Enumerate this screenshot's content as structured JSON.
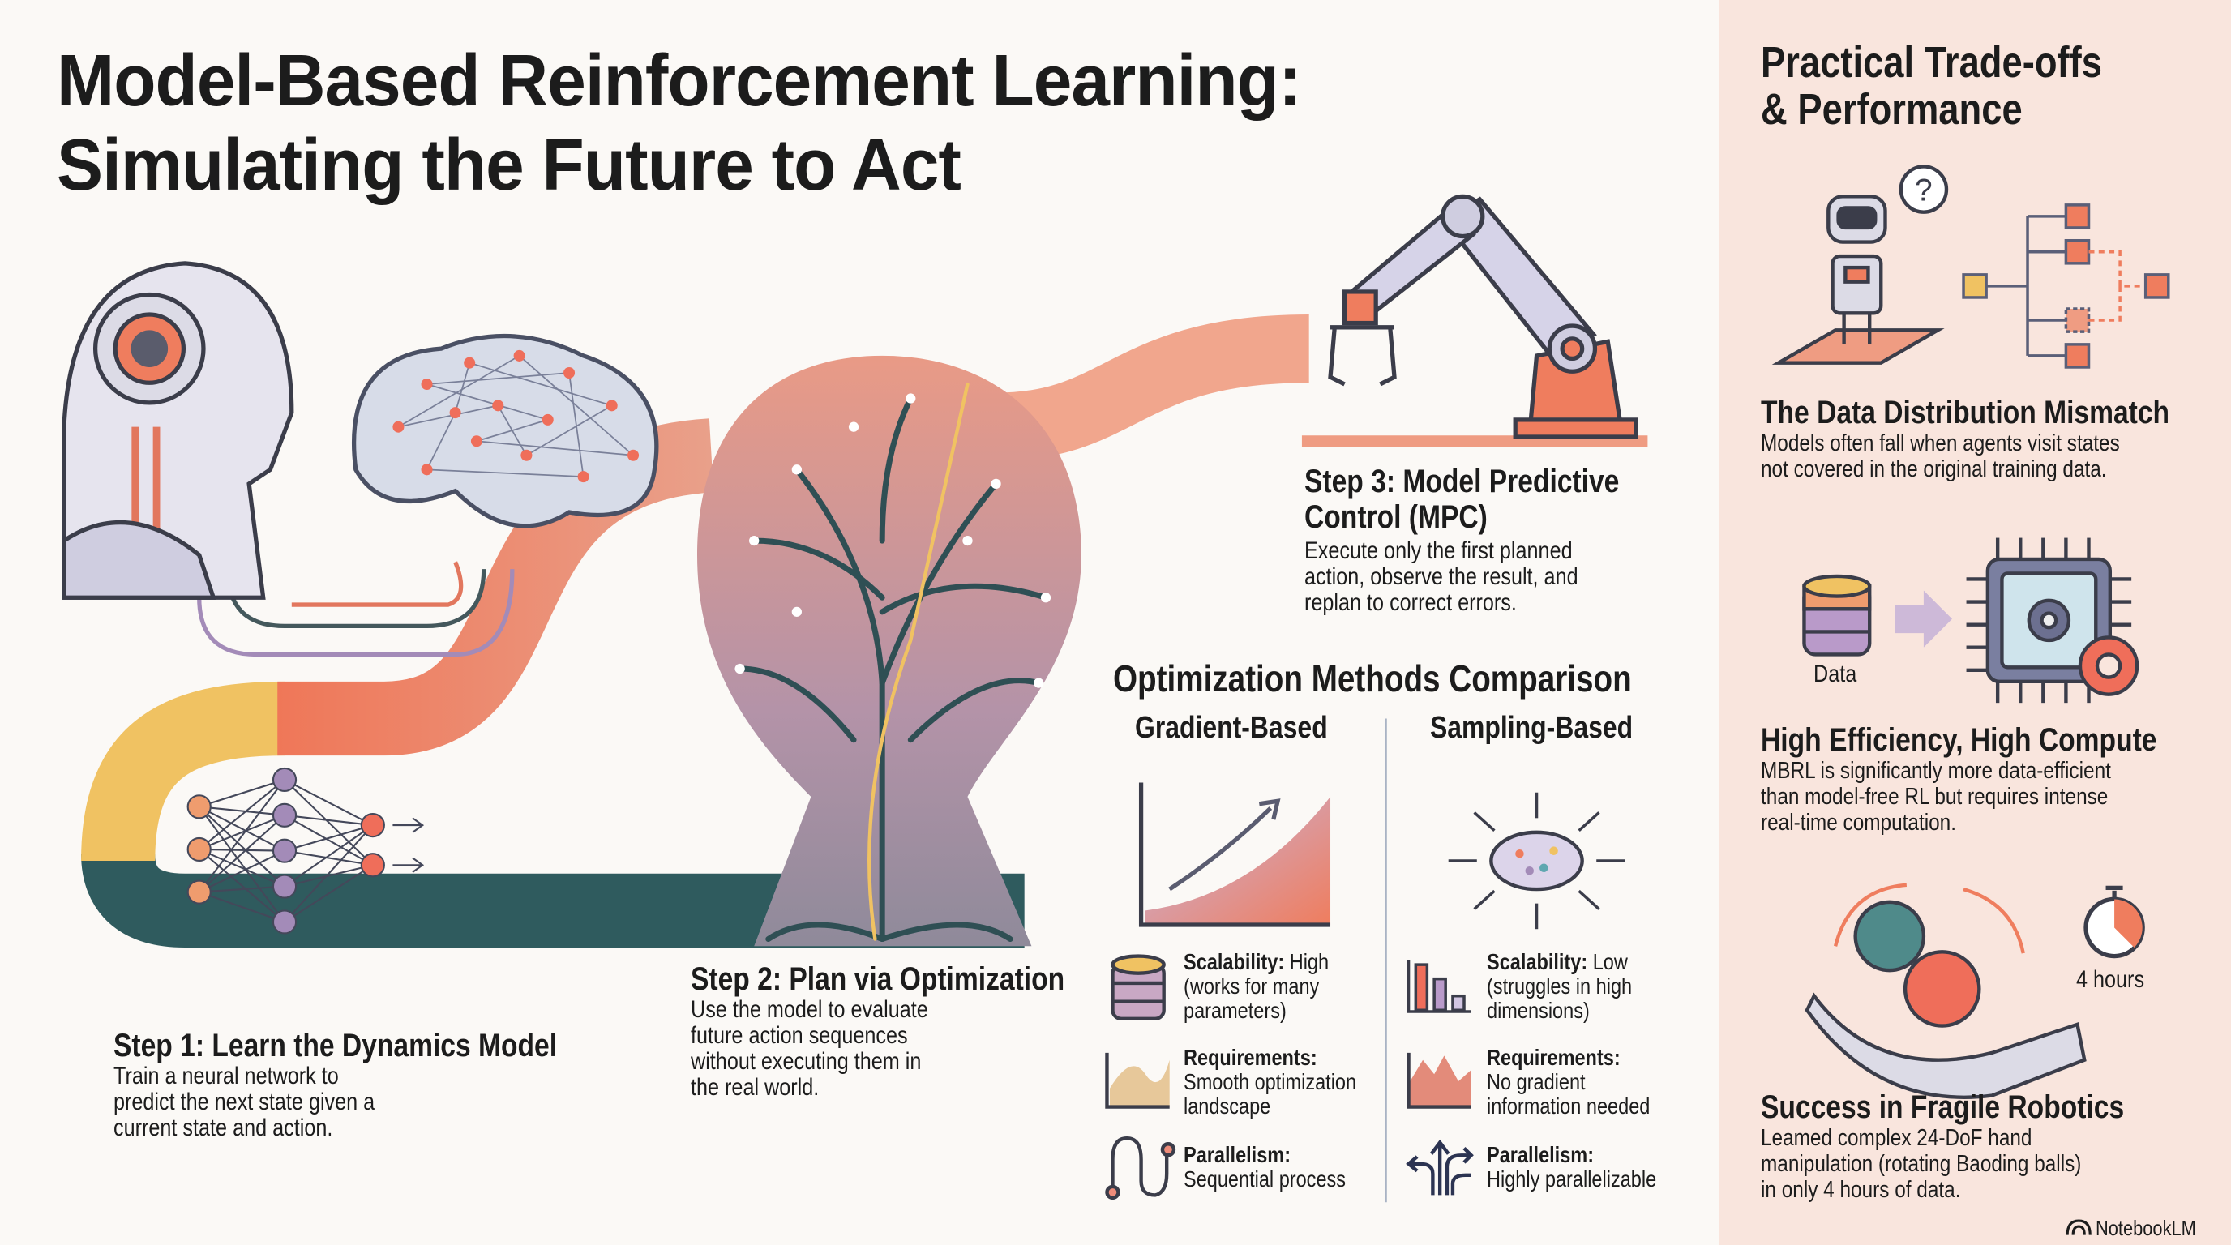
{
  "title": {
    "line1": "Model-Based Reinforcement Learning:",
    "line2": "Simulating the Future to Act"
  },
  "steps": [
    {
      "title": "Step 1: Learn the Dynamics Model",
      "lines": [
        "Train a neural network to",
        "predict the next state given a",
        "current state and action."
      ]
    },
    {
      "title": "Step 2: Plan via Optimization",
      "lines": [
        "Use the model to evaluate",
        "future action sequences",
        "without executing them in",
        "the real world."
      ]
    },
    {
      "title_lines": [
        "Step 3: Model Predictive",
        "Control (MPC)"
      ],
      "lines": [
        "Execute only the first planned",
        "action, observe the result, and",
        "replan to correct errors."
      ]
    }
  ],
  "comparison": {
    "title": "Optimization Methods Comparison",
    "gradient": {
      "header": "Gradient-Based",
      "rows": [
        {
          "icon": "database-icon",
          "label": "Scalability:",
          "value_lines": [
            "High",
            "(works for many",
            "parameters)"
          ]
        },
        {
          "icon": "smooth-landscape-icon",
          "label": "Requirements:",
          "value_lines": [
            "Smooth optimization",
            "landscape"
          ]
        },
        {
          "icon": "sequential-path-icon",
          "label": "Parallelism:",
          "value_lines": [
            "Sequential process"
          ]
        }
      ]
    },
    "sampling": {
      "header": "Sampling-Based",
      "rows": [
        {
          "icon": "bar-chart-icon",
          "label": "Scalability:",
          "value_lines": [
            "Low",
            "(struggles in high",
            "dimensions)"
          ]
        },
        {
          "icon": "rugged-landscape-icon",
          "label": "Requirements:",
          "value_lines": [
            "No gradient",
            "information needed"
          ]
        },
        {
          "icon": "parallel-arrows-icon",
          "label": "Parallelism:",
          "value_lines": [
            "Highly parallelizable"
          ]
        }
      ]
    }
  },
  "sidebar": {
    "title_lines": [
      "Practical Trade-offs",
      "& Performance"
    ],
    "sections": [
      {
        "title": "The Data Distribution Mismatch",
        "lines": [
          "Models often fall when agents visit states",
          "not covered in the original training data."
        ]
      },
      {
        "title": "High Efficiency, High Compute",
        "lines": [
          "MBRL is significantly more data-efficient",
          "than model-free RL but requires intense",
          "real-time computation."
        ],
        "icon_label": "Data"
      },
      {
        "title": "Success in Fragile Robotics",
        "lines": [
          "Leamed complex 24-DoF hand",
          "manipulation (rotating Baoding balls)",
          "in only 4 hours of data."
        ],
        "icon_label": "4 hours"
      }
    ],
    "question_mark": "?"
  },
  "brand": "NotebookLM",
  "colors": {
    "teal": "#2f5b5e",
    "orange": "#ef7d5e",
    "yellow": "#f0c262",
    "purple": "#a38bb8",
    "panel": "#f9e5dd"
  }
}
